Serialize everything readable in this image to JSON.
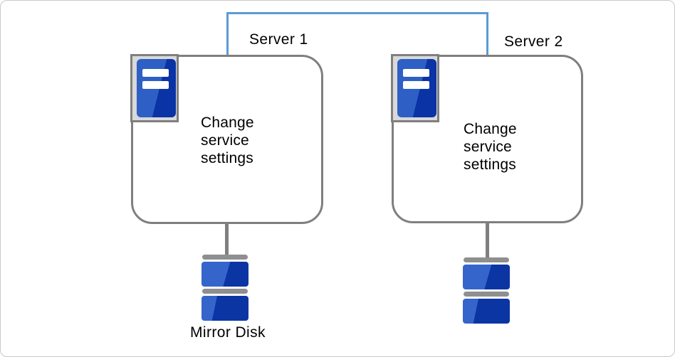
{
  "diagram": {
    "servers": [
      {
        "label": "Server 1",
        "body": "Change\nservice\nsettings",
        "icon": "server-icon"
      },
      {
        "label": "Server 2",
        "body": "Change\nservice\nsettings",
        "icon": "server-icon"
      }
    ],
    "mirror_disk_label": "Mirror Disk",
    "icons": {
      "server": "server-icon",
      "disk": "mirror-disk-icon"
    },
    "colors": {
      "network_link_blue": "#5B9BD5",
      "outline_gray": "#7F7F7F",
      "icon_frame_fill": "#D9D9D9",
      "server_blue_light": "#2E5FC5",
      "server_blue_dark": "#0A33A6",
      "disk_blue_light": "#3565CB",
      "disk_blue_dark": "#0C35A4",
      "disk_cap_gray": "#8F8F8F",
      "text": "#000000",
      "canvas_border": "#C9C9C9"
    }
  }
}
